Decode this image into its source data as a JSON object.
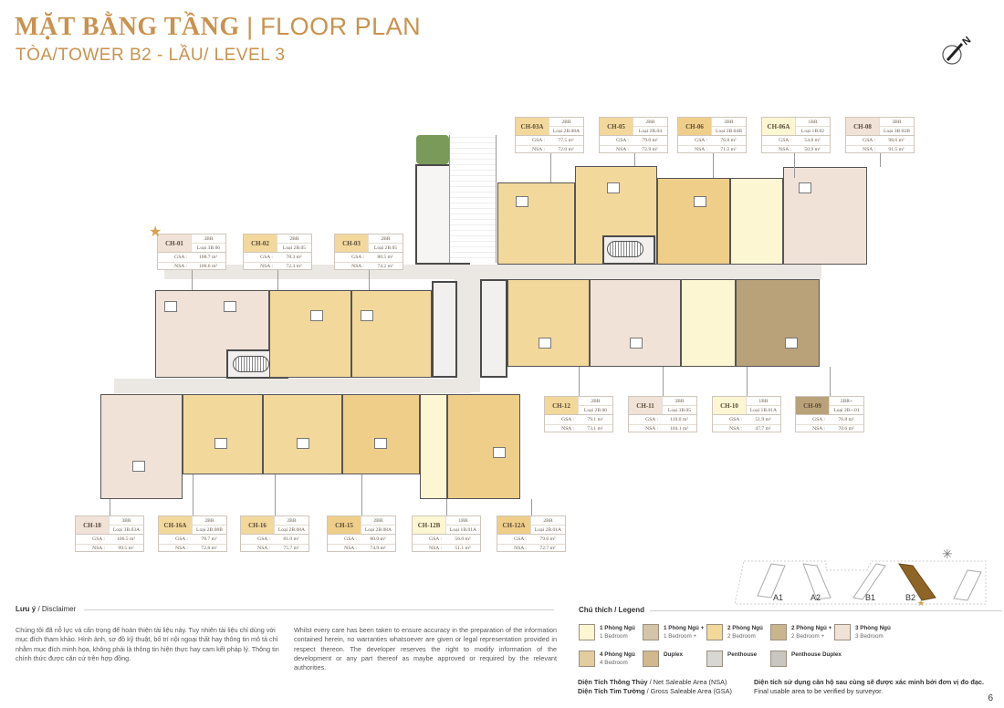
{
  "header": {
    "title_vi": "MẶT BẰNG TẦNG",
    "title_sep": "|",
    "title_en": "FLOOR PLAN",
    "subtitle": "TÒA/TOWER B2 - LẦU/ LEVEL 3"
  },
  "compass": {
    "icon": "north-arrow-icon",
    "label": "N"
  },
  "colors": {
    "accent": "#c9924e",
    "1br": "#fdf6d2",
    "1br_plus": "#d4c4a8",
    "2br": "#f3d89c",
    "2br_plus": "#c9b58d",
    "3br": "#f1e2d8",
    "4br": "#e3cc9e",
    "duplex": "#d2b88e",
    "penthouse": "#d9d7d3",
    "penthouse_duplex": "#c9c6c0",
    "site_b2": "#8f6427"
  },
  "units": [
    {
      "code": "CH-03A",
      "type": "2BR",
      "model": "Loại 2B.08A",
      "gsa_label": "GSA :",
      "gsa": "77.5 m²",
      "nsa_label": "NSA :",
      "nsa": "72.0 m²",
      "color": "#f3d89c"
    },
    {
      "code": "CH-05",
      "type": "2BR",
      "model": "Loại 2B.04",
      "gsa_label": "GSA :",
      "gsa": "79.0 m²",
      "nsa_label": "NSA :",
      "nsa": "72.9 m²",
      "color": "#f3d89c"
    },
    {
      "code": "CH-06",
      "type": "2BR",
      "model": "Loại 2B.04B",
      "gsa_label": "GSA :",
      "gsa": "76.8 m²",
      "nsa_label": "NSA :",
      "nsa": "71.2 m²",
      "color": "#efce8a"
    },
    {
      "code": "CH-06A",
      "type": "1BR",
      "model": "Loại 1B.02",
      "gsa_label": "GSA :",
      "gsa": "54.8 m²",
      "nsa_label": "NSA :",
      "nsa": "50.9 m²",
      "color": "#fdf6d2"
    },
    {
      "code": "CH-08",
      "type": "3BR",
      "model": "Loại 3B.02B",
      "gsa_label": "GSA :",
      "gsa": "98.6 m²",
      "nsa_label": "NSA :",
      "nsa": "91.5 m²",
      "color": "#f1e2d8"
    },
    {
      "code": "CH-01",
      "type": "3BR",
      "model": "Loại 3B.06",
      "gsa_label": "GSA :",
      "gsa": "108.7 m²",
      "nsa_label": "NSA :",
      "nsa": "100.6 m²",
      "color": "#f1e2d8"
    },
    {
      "code": "CH-02",
      "type": "2BR",
      "model": "Loại 2B.05",
      "gsa_label": "GSA :",
      "gsa": "78.3 m²",
      "nsa_label": "NSA :",
      "nsa": "72.3 m²",
      "color": "#f3d89c"
    },
    {
      "code": "CH-03",
      "type": "2BR",
      "model": "Loại 2B.05",
      "gsa_label": "GSA :",
      "gsa": "80.5 m²",
      "nsa_label": "NSA :",
      "nsa": "74.2 m²",
      "color": "#f3d89c"
    },
    {
      "code": "CH-12",
      "type": "2BR",
      "model": "Loại 2B.06",
      "gsa_label": "GSA :",
      "gsa": "79.1 m²",
      "nsa_label": "NSA :",
      "nsa": "73.1 m²",
      "color": "#f3d89c"
    },
    {
      "code": "CH-11",
      "type": "3BR",
      "model": "Loại 3B.05",
      "gsa_label": "GSA :",
      "gsa": "110.0 m²",
      "nsa_label": "NSA :",
      "nsa": "104.1 m²",
      "color": "#f1e2d8"
    },
    {
      "code": "CH-10",
      "type": "1BR",
      "model": "Loại 1B.01A",
      "gsa_label": "GSA :",
      "gsa": "51.9 m²",
      "nsa_label": "NSA :",
      "nsa": "47.7 m²",
      "color": "#fdf6d2"
    },
    {
      "code": "CH-09",
      "type": "2BR+",
      "model": "Loại 2B+.01",
      "gsa_label": "GSA :",
      "gsa": "76.8 m²",
      "nsa_label": "NSA :",
      "nsa": "70.6 m²",
      "color": "#b9a27a"
    },
    {
      "code": "CH-18",
      "type": "3BR",
      "model": "Loại 3B.03A",
      "gsa_label": "GSA :",
      "gsa": "106.5 m²",
      "nsa_label": "NSA :",
      "nsa": "99.5 m²",
      "color": "#f1e2d8"
    },
    {
      "code": "CH-16A",
      "type": "2BR",
      "model": "Loại 2B.08B",
      "gsa_label": "GSA :",
      "gsa": "78.7 m²",
      "nsa_label": "NSA :",
      "nsa": "72.8 m²",
      "color": "#f3d89c"
    },
    {
      "code": "CH-16",
      "type": "2BR",
      "model": "Loại 2B.08A",
      "gsa_label": "GSA :",
      "gsa": "81.0 m²",
      "nsa_label": "NSA :",
      "nsa": "75.7 m²",
      "color": "#f3d89c"
    },
    {
      "code": "CH-15",
      "type": "2BR",
      "model": "Loại 2B.08A",
      "gsa_label": "GSA :",
      "gsa": "80.0 m²",
      "nsa_label": "NSA :",
      "nsa": "74.9 m²",
      "color": "#efce8a"
    },
    {
      "code": "CH-12B",
      "type": "1BR",
      "model": "Loại 1B.01A",
      "gsa_label": "GSA :",
      "gsa": "56.0 m²",
      "nsa_label": "NSA :",
      "nsa": "51.1 m²",
      "color": "#fdf6d2"
    },
    {
      "code": "CH-12A",
      "type": "2BR",
      "model": "Loại 2B.01A",
      "gsa_label": "GSA :",
      "gsa": "79.6 m²",
      "nsa_label": "NSA :",
      "nsa": "72.7 m²",
      "color": "#efce8a"
    }
  ],
  "disclaimer": {
    "heading_vi": "Lưu ý",
    "heading_en": "/ Disclaimer",
    "text_vi": "Chúng tôi đã nỗ lực và cẩn trọng để hoàn thiện tài liệu này. Tuy nhiên tài liệu chỉ dùng với mục đích tham khảo. Hình ảnh, sơ đồ kỹ thuật, bố trí nội ngoại thất hay thông tin mô tả chỉ nhằm mục đích minh họa, không phải là thông tin hiện thực hay cam kết pháp lý. Thông tin chính thức được căn cứ trên hợp đồng.",
    "text_en": "Whilst every care has been taken to ensure accuracy in the preparation of the information contained herein, no warranties whatsoever are given or legal representation provided in respect thereon. The developer reserves the right to modify information of the development or any part thereof as maybe approved or required by the relevant authorities."
  },
  "legend": {
    "heading": "Chú thích / Legend",
    "items": [
      {
        "vi": "1 Phòng Ngủ",
        "en": "1 Bedroom",
        "color": "#fdf6d2"
      },
      {
        "vi": "1 Phòng Ngủ +",
        "en": "1 Bedroom +",
        "color": "#d4c4a8"
      },
      {
        "vi": "2 Phòng Ngủ",
        "en": "2 Bedroom",
        "color": "#f3d89c"
      },
      {
        "vi": "2 Phòng Ngủ +",
        "en": "2 Bedroom +",
        "color": "#c9b58d"
      },
      {
        "vi": "3 Phòng Ngủ",
        "en": "3 Bedroom",
        "color": "#f1e2d8"
      },
      {
        "vi": "4 Phòng Ngủ",
        "en": "4 Bedroom",
        "color": "#e3cc9e"
      },
      {
        "vi": "Duplex",
        "en": "",
        "color": "#d2b88e"
      },
      {
        "vi": "Penthouse",
        "en": "",
        "color": "#d9d7d3"
      },
      {
        "vi": "Penthouse Duplex",
        "en": "",
        "color": "#c9c6c0"
      }
    ]
  },
  "footer": {
    "nsa_vi": "Diện Tích Thông Thủy",
    "nsa_en": "/ Net Saleable Area (NSA)",
    "gsa_vi": "Diện Tích Tim Tường",
    "gsa_en": "/ Gross Saleable Area (GSA)",
    "note_vi": "Diện tích sử dụng căn hộ sau cùng sẽ được xác minh bởi đơn vị đo đạc.",
    "note_en": "Final usable area to be verified by surveyor.",
    "page_number": "6"
  },
  "site_plan": {
    "towers": [
      "A1",
      "A2",
      "B1",
      "B2"
    ],
    "highlighted": "B2"
  }
}
